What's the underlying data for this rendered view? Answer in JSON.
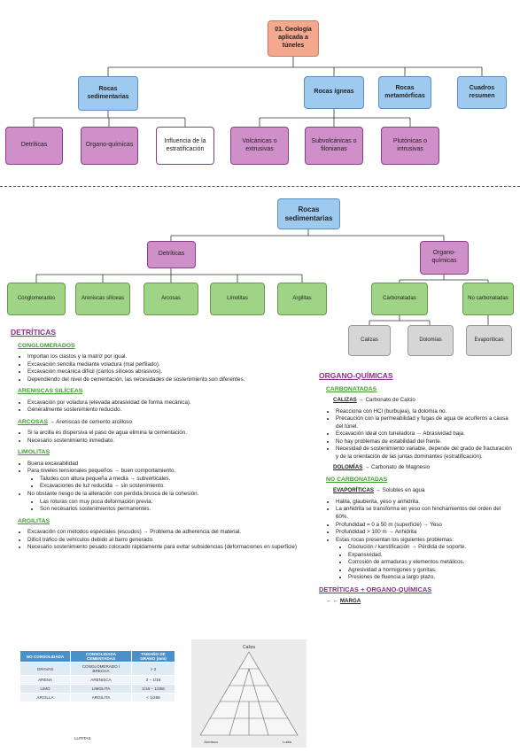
{
  "top_map": {
    "root": "01. Geología aplicada a túneles",
    "level1": [
      "Rocas sedimentarias",
      "Rocas ígneas",
      "Rocas metamórficas",
      "Cuadros resumen"
    ],
    "sedimentarias_children": [
      "Detríticas",
      "Organo-químicas",
      "Influencia de la estratificación"
    ],
    "igneas_children": [
      "Volcánicas o extrusivas",
      "Subvolcánicas o filonianas",
      "Plutónicas o intrusivas"
    ]
  },
  "sed_map": {
    "root": "Rocas sedimentarias",
    "detriticas": "Detríticas",
    "organo": "Organo-químicas",
    "detriticas_children": [
      "Conglomerados",
      "Areniscas silíceas",
      "Arcosas",
      "Limolitas",
      "Argilitas"
    ],
    "organo_children": [
      "Carbonatadas",
      "No carbonatadas"
    ],
    "carbonatadas_children": [
      "Calizas",
      "Dolomías"
    ],
    "nocarb_children": [
      "Evaporíticas"
    ]
  },
  "left": {
    "title": "DETRÍTICAS",
    "conglomerados": {
      "heading": "CONGLOMERADOS",
      "items": [
        "Importan los clastos y la matriz por igual.",
        "Excavación sencilla mediante voladura (mal perfilado).",
        "Excavación mecánica difícil (cantos silíceos abrasivos).",
        "Dependiendo del nivel de cementación, las necesidades de sostenimiento son diferentes."
      ]
    },
    "areniscas": {
      "heading": "ARENISCAS SILÍCEAS",
      "items": [
        "Excavación por voladura (elevada abrasividad de forma mecánica).",
        "Generalmente sostenimiento reducido."
      ]
    },
    "arcosas": {
      "heading": "ARCOSAS",
      "suffix": " → Areniscas de cemento arcilloso",
      "items": [
        "Si la arcilla es dispersiva el paso de agua elimina la cementación.",
        "Necesario sostenimiento inmediato."
      ]
    },
    "limolitas": {
      "heading": "LIMOLITAS",
      "i1": "Buena excavabilidad",
      "i2": "Para niveles tensionales pequeños → buen comportamiento.",
      "i2_sub": [
        "Taludes con altura pequeña a media → subverticales.",
        "Excavaciones de luz reducida → sin sostenimiento."
      ],
      "i3": "No obstante riesgo de la alteración con perdida brusca de la cohesión.",
      "i3_sub": [
        "Las roturas con muy poca deformación previa.",
        "Son necesarios sostenimientos permanentes."
      ]
    },
    "argilitas": {
      "heading": "ARGILITAS",
      "items": [
        "Excavación con métodos especiales (escudos) → Problema de adherencia del material.",
        "Difícil tráfico de vehículos debido al barro generado.",
        "Necesario sostenimiento pesado colocado rápidamente para evitar subsidencias (deformaciones en superficie)"
      ]
    }
  },
  "table": {
    "headers": [
      "NO CONSOLIDADA",
      "CONSOLIDADA CEMENTADAS",
      "TAMAÑO DE GRANO (mm)"
    ],
    "rows": [
      [
        "GRAVAS",
        "CONGLOMERADO / BRECHA",
        "> 2"
      ],
      [
        "ARENA",
        "ARENISCA",
        "2 – 1/16"
      ],
      [
        "LIMO",
        "LIMOLITA",
        "1/16 – 1/256"
      ],
      [
        "ARCILLA",
        "ARGILITA",
        "< 1/256"
      ]
    ],
    "footnote": "LUTITAS"
  },
  "triangle": {
    "top_label": "Caliza",
    "left_label": "Arenisca",
    "right_label": "Lutita"
  },
  "right": {
    "title": "ORGANO-QUÍMICAS",
    "carbonatadas": "CARBONATADAS",
    "calizas_label": "CALIZAS",
    "calizas_suffix": " → Carbonato de Calcio",
    "calizas_items": [
      "Reacciona con HCl (burbujea), la dolomía no.",
      "Precaución con la permeabilidad y fugas de agua de acuíferos a causa del túnel.",
      "Excavación ideal con tuneladora → Abrasividad baja.",
      "No hay problemas de estabilidad del frente.",
      "Necesidad de sostenimiento variable, depende del grado de fracturación y de la orientación de las juntas dominantes (estratificación)."
    ],
    "dolomias_label": "DOLOMÍAS",
    "dolomias_suffix": " → Carbonato de Magnesio",
    "nocarb": "NO CARBONATADAS",
    "evap_label": "EVAPORÍTICAS",
    "evap_suffix": " → Solubles en agua",
    "evap_items": [
      "Halita, glauberita, yeso y anhidrita.",
      "La anhidrita se transforma en yeso con hinchamientos del orden del 60%.",
      "Profundidad = 0 a 50 m (superficie) → Yeso",
      "Profundidad > 100 m → Anhidrita",
      "Estas rocas presentan los siguientes problemas:"
    ],
    "evap_sub": [
      "Disolución / karstificación → Pérdida de soporte.",
      "Expansividad.",
      "Corrosión de armaduras y elementos metálicos.",
      "Agresividad a hormigones y gunitas.",
      "Presiones de fluencia a largo plazo."
    ],
    "mix_title": "DETRÍTICAS + ORGANO-QUÍMICAS",
    "marga_arrow": "← ← ",
    "marga": "MARGA"
  }
}
